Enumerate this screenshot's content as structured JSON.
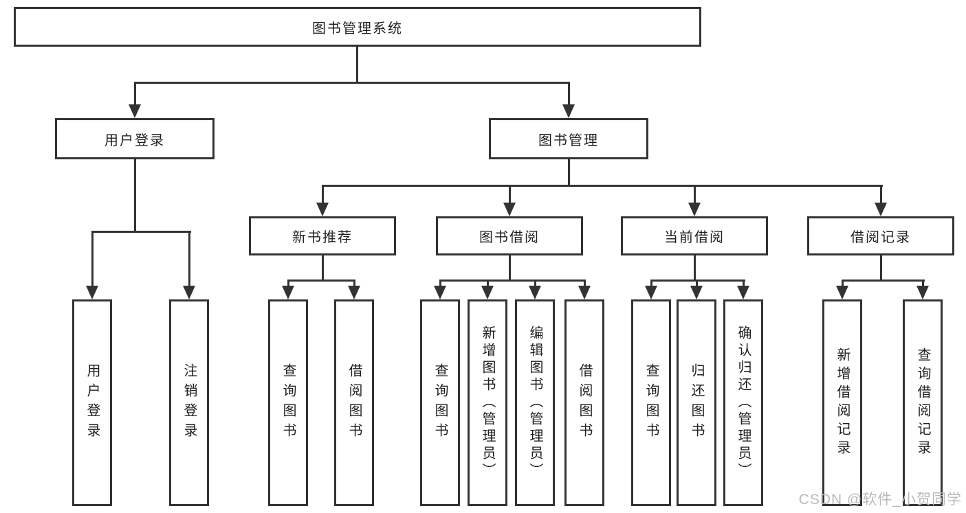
{
  "diagram_type": "org-hierarchy-flowchart",
  "colors": {
    "background": "#ffffff",
    "line": "#333333",
    "box_border": "#333333",
    "text": "#1f1f1f",
    "watermark": "#b9b9b9"
  },
  "nodes": {
    "root": {
      "label": "图书管理系统"
    },
    "user_login": {
      "label": "用户登录"
    },
    "book_management": {
      "label": "图书管理"
    },
    "user_login_leaf": {
      "label": "用户登录"
    },
    "logout_leaf": {
      "label": "注销登录"
    },
    "new_book_recommend": {
      "label": "新书推荐"
    },
    "book_borrowing": {
      "label": "图书借阅"
    },
    "current_borrowing": {
      "label": "当前借阅"
    },
    "borrowing_records": {
      "label": "借阅记录"
    },
    "rec_query_books": {
      "label": "查询图书"
    },
    "rec_borrow_books": {
      "label": "借阅图书"
    },
    "bb_query_books": {
      "label": "查询图书"
    },
    "bb_add_books": {
      "label": "新增图书（管理员）"
    },
    "bb_edit_books": {
      "label": "编辑图书（管理员）"
    },
    "bb_borrow_books": {
      "label": "借阅图书"
    },
    "cb_query_books": {
      "label": "查询图书"
    },
    "cb_return_books": {
      "label": "归还图书"
    },
    "cb_confirm_return": {
      "label": "确认归还（管理员）"
    },
    "br_add_record": {
      "label": "新增借阅记录"
    },
    "br_query_record": {
      "label": "查询借阅记录"
    }
  },
  "watermark": {
    "text": "CSDN @软件_小贺同学"
  }
}
